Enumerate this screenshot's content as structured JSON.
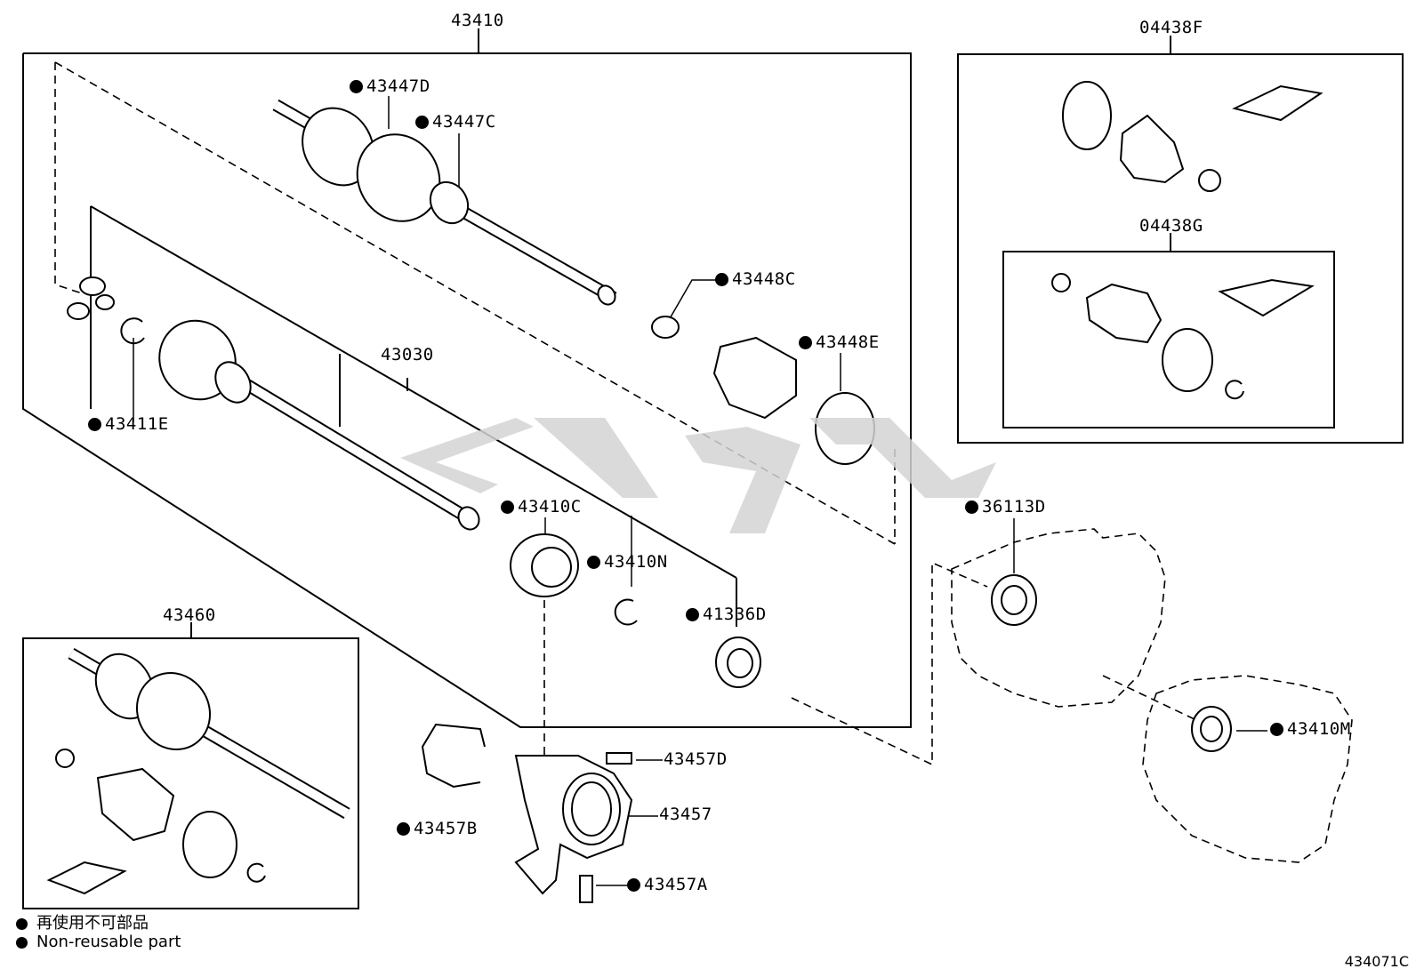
{
  "assembly_labels": {
    "shaft_assembly": "43410",
    "inboard_joint": "43030",
    "outboard_shaft_assembly": "43460",
    "boot_kit_outboard": "04438F",
    "boot_kit_inboard": "04438G"
  },
  "part_labels": {
    "p_43447D": "43447D",
    "p_43447C": "43447C",
    "p_43448C": "43448C",
    "p_43448E": "43448E",
    "p_43411E": "43411E",
    "p_43410C": "43410C",
    "p_43410N": "43410N",
    "p_41336D": "41336D",
    "p_36113D": "36113D",
    "p_43410M": "43410M",
    "p_43457D": "43457D",
    "p_43457": "43457",
    "p_43457B": "43457B",
    "p_43457A": "43457A"
  },
  "legend": {
    "line1": "再使用不可部品",
    "line2": "Non-reusable part"
  },
  "diagram_code": "434071C"
}
